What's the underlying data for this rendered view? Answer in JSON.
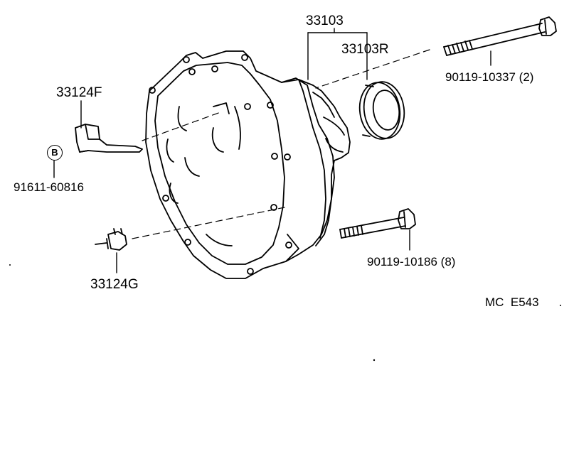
{
  "diagram": {
    "labels": {
      "part_33103": "33103",
      "part_33103R": "33103R",
      "part_33124F": "33124F",
      "part_91611": "91611-60816",
      "part_33124G": "33124G",
      "part_90119_10337": "90119-10337 (2)",
      "part_90119_10186": "90119-10186 (8)",
      "circle_marker": "B",
      "code": "MC  E543"
    },
    "colors": {
      "line": "#000000",
      "background": "#ffffff"
    }
  }
}
